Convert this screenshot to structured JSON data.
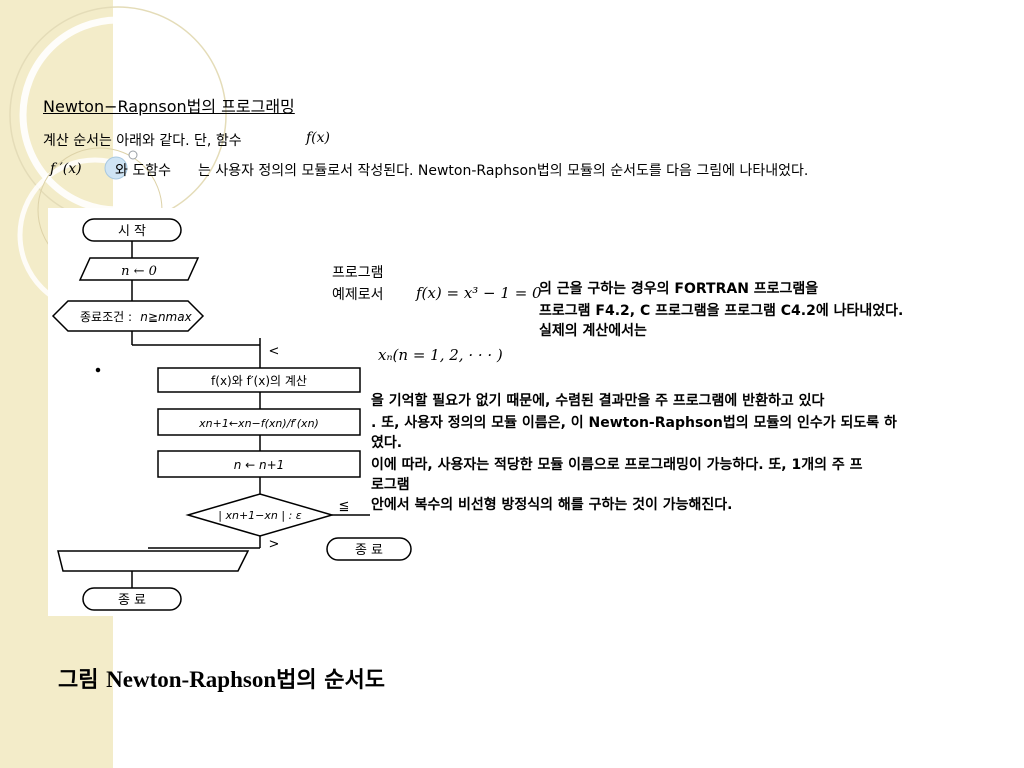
{
  "slide": {
    "title": "Newton−Rapnson법의 프로그래밍",
    "intro": {
      "line1": "계산 순서는 아래와 같다. 단, 함수",
      "f_of_x": "f(x)",
      "fprime_of_x": "f ′(x)",
      "line2_a": "와 도함수",
      "line2_b": "는 사용자 정의의 모듈로서 작성된다. Newton-Raphson법의 모듈의 순서도를 다음 그림에 나타내었다."
    },
    "program_example": {
      "label_1": "프로그램",
      "label_2": "예제로서",
      "equation": "f(x) = x³ − 1 = 0",
      "line1": "의 근을 구하는 경우의 FORTRAN 프로그램을",
      "line2": "프로그램 F4.2, C 프로그램을 프로그램 C4.2에 나타내었다.",
      "line3": "실제의 계산에서는",
      "xn_expr": "xₙ(n = 1, 2, · · · )"
    },
    "body_paragraph": {
      "line1": "을 기억할 필요가 없기 때문에, 수렴된 결과만을 주 프로그램에 반환하고 있다",
      "line2": ". 또, 사용자 정의의 모듈 이름은, 이 Newton-Raphson법의 모듈의 인수가 되도록 하",
      "line3": "였다.",
      "line4": " 이에 따라, 사용자는 적당한 모듈 이름으로 프로그래밍이 가능하다. 또, 1개의 주 프",
      "line5": "로그램",
      "line6": "안에서 복수의 비선형 방정식의 해를 구하는 것이 가능해진다."
    },
    "caption": {
      "prefix": "그림",
      "name": "Newton-Raphson",
      "suffix": "법의 순서도"
    }
  },
  "flowchart": {
    "start": "시  작",
    "init": "n ← 0",
    "stop_condition_label": "종료조건 : ",
    "stop_condition_expr": "n≧nmax",
    "compute": "f(x)와 f′(x)의 계산",
    "update": "xn+1←xn−f(xn)/f′(xn)",
    "increment": "n ← n+1",
    "decision": "| xn+1−xn |  :  ε",
    "lt_label": "<",
    "le_label": "≦",
    "gt_label": ">",
    "end_right": "종  료",
    "end_bottom": "종  료"
  }
}
